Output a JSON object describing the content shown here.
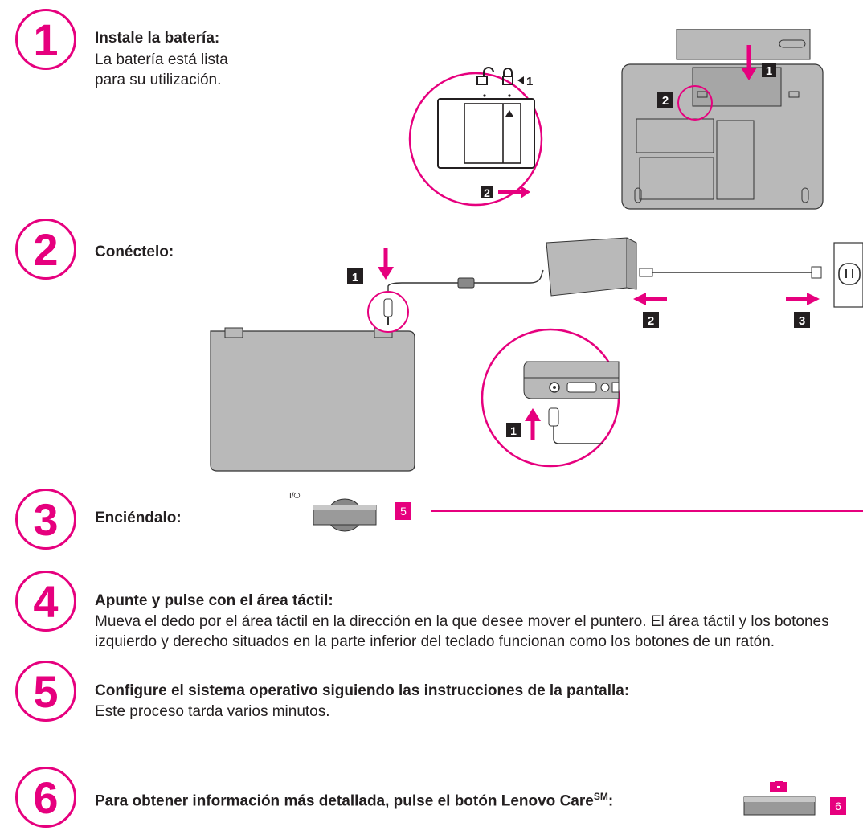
{
  "colors": {
    "accent": "#e6007e",
    "text": "#231f20",
    "illustration": "#b9b9b9",
    "outline": "#333333"
  },
  "steps": [
    {
      "number": "1",
      "title": "Instale la batería:",
      "description": "La batería está lista para su utilización."
    },
    {
      "number": "2",
      "title": "Conéctelo:"
    },
    {
      "number": "3",
      "title": "Enciéndalo:"
    },
    {
      "number": "4",
      "title": "Apunte y pulse con el área táctil:",
      "description": "Mueva el dedo por el área táctil en la dirección en la que desee mover el puntero. El área táctil y los botones izquierdo y derecho situados en la parte inferior del teclado funcionan como los botones de un ratón."
    },
    {
      "number": "5",
      "title": "Configure el sistema operativo siguiendo las instrucciones de la pantalla:",
      "description": "Este proceso tarda varios minutos."
    },
    {
      "number": "6",
      "title_main": "Para obtener información más detallada, pulse el botón Lenovo Care",
      "title_sup": "SM",
      "title_end": ":"
    }
  ],
  "illustrations": {
    "battery": {
      "lock_callout": "1",
      "slide_callout": "2",
      "insert_callout": "1",
      "latch_callout": "2"
    },
    "power": {
      "plug_callout": "1",
      "adapter_callout": "2",
      "outlet_callout": "3",
      "port_callout": "1"
    },
    "power_button": {
      "symbol": "I/⏻",
      "page_ref": "5"
    },
    "care_button": {
      "page_ref": "6",
      "icon": "toolbox-icon"
    }
  }
}
